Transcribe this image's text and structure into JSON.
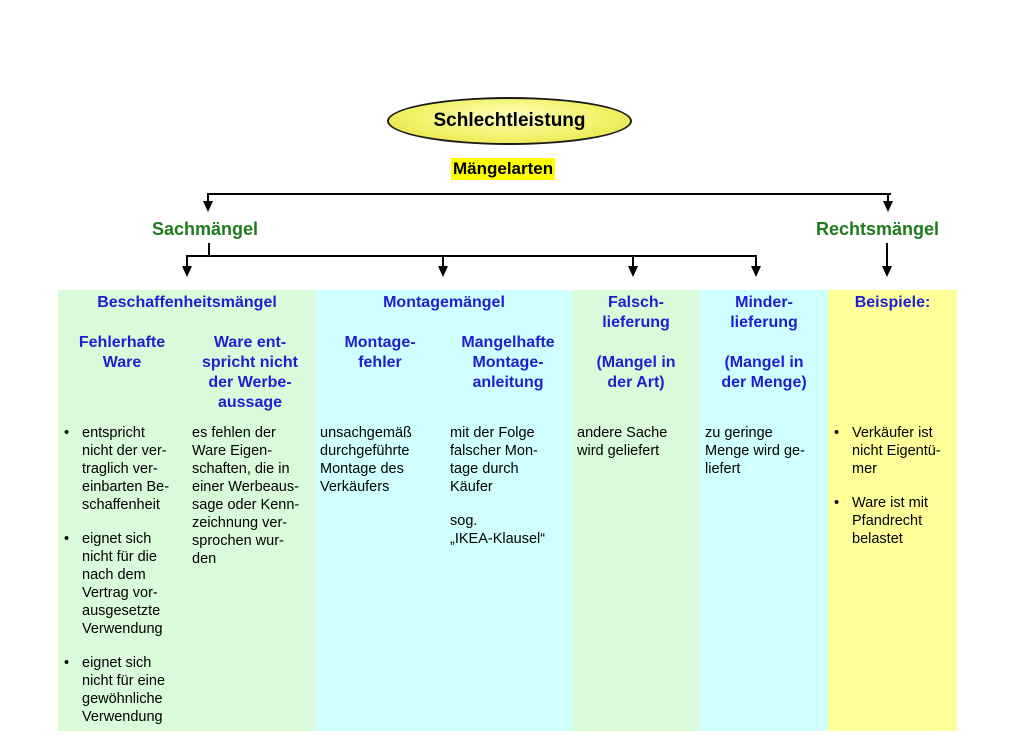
{
  "root": {
    "title": "Schlechtleistung",
    "subtitle": "Mängelarten"
  },
  "branches": {
    "sach": "Sachmängel",
    "rechts": "Rechtsmängel"
  },
  "columns": {
    "beschaffenheit": {
      "title": "Beschaffenheitsmängel",
      "sub1": {
        "title": [
          "Fehlerhafte",
          "Ware"
        ],
        "bullets": [
          [
            "entspricht",
            "nicht der ver-",
            "traglich ver-",
            "einbarten Be-",
            "schaffenheit"
          ],
          [
            "eignet sich",
            "nicht für die",
            "nach dem",
            "Vertrag vor-",
            "ausgesetzte",
            "Verwendung"
          ],
          [
            "eignet sich",
            "nicht für eine",
            "gewöhnliche",
            "Verwendung"
          ]
        ]
      },
      "sub2": {
        "title": [
          "Ware ent-",
          "spricht nicht",
          "der Werbe-",
          "aussage"
        ],
        "text": [
          "es fehlen der",
          "Ware Eigen-",
          "schaften, die in",
          "einer Werbeaus-",
          "sage oder Kenn-",
          "zeichnung ver-",
          "sprochen wur-",
          "den"
        ]
      }
    },
    "montage": {
      "title": "Montagemängel",
      "sub1": {
        "title": [
          "Montage-",
          "fehler"
        ],
        "text": [
          "unsachgemäß",
          "durchgeführte",
          "Montage des",
          "Verkäufers"
        ]
      },
      "sub2": {
        "title": [
          "Mangelhafte",
          "Montage-",
          "anleitung"
        ],
        "text": [
          "mit der Folge",
          "falscher Mon-",
          "tage durch",
          "Käufer"
        ],
        "text2": [
          "sog.",
          "„IKEA-Klausel“"
        ]
      }
    },
    "falsch": {
      "title": [
        "Falsch-",
        "lieferung",
        "",
        "(Mangel in",
        "der Art)"
      ],
      "text": [
        "andere Sache",
        "wird geliefert"
      ]
    },
    "minder": {
      "title": [
        "Minder-",
        "lieferung",
        "",
        "(Mangel in",
        "der Menge)"
      ],
      "text": [
        "zu geringe",
        "Menge wird ge-",
        "liefert"
      ]
    },
    "beispiele": {
      "title": "Beispiele:",
      "bullets": [
        [
          "Verkäufer ist",
          "nicht Eigentü-",
          "mer"
        ],
        [
          "Ware ist mit",
          "Pfandrecht",
          "belastet"
        ]
      ]
    }
  },
  "colors": {
    "green_bg": "#d9fbd9",
    "cyan_bg": "#cfffff",
    "yellow_bg": "#ffff99",
    "heading_blue": "#1f1fd1",
    "branch_green": "#1e7b1e",
    "highlight_yellow": "#ffff00"
  }
}
